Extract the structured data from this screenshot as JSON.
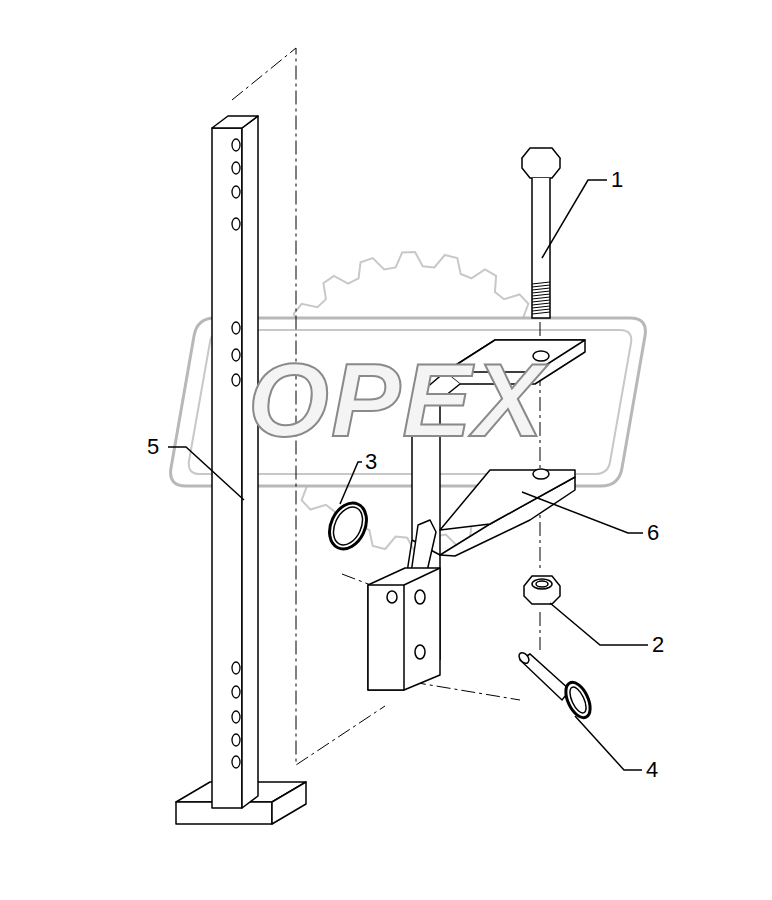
{
  "diagram": {
    "labels": [
      "OPEX",
      "1",
      "2",
      "3",
      "4",
      "5",
      "6"
    ]
  }
}
